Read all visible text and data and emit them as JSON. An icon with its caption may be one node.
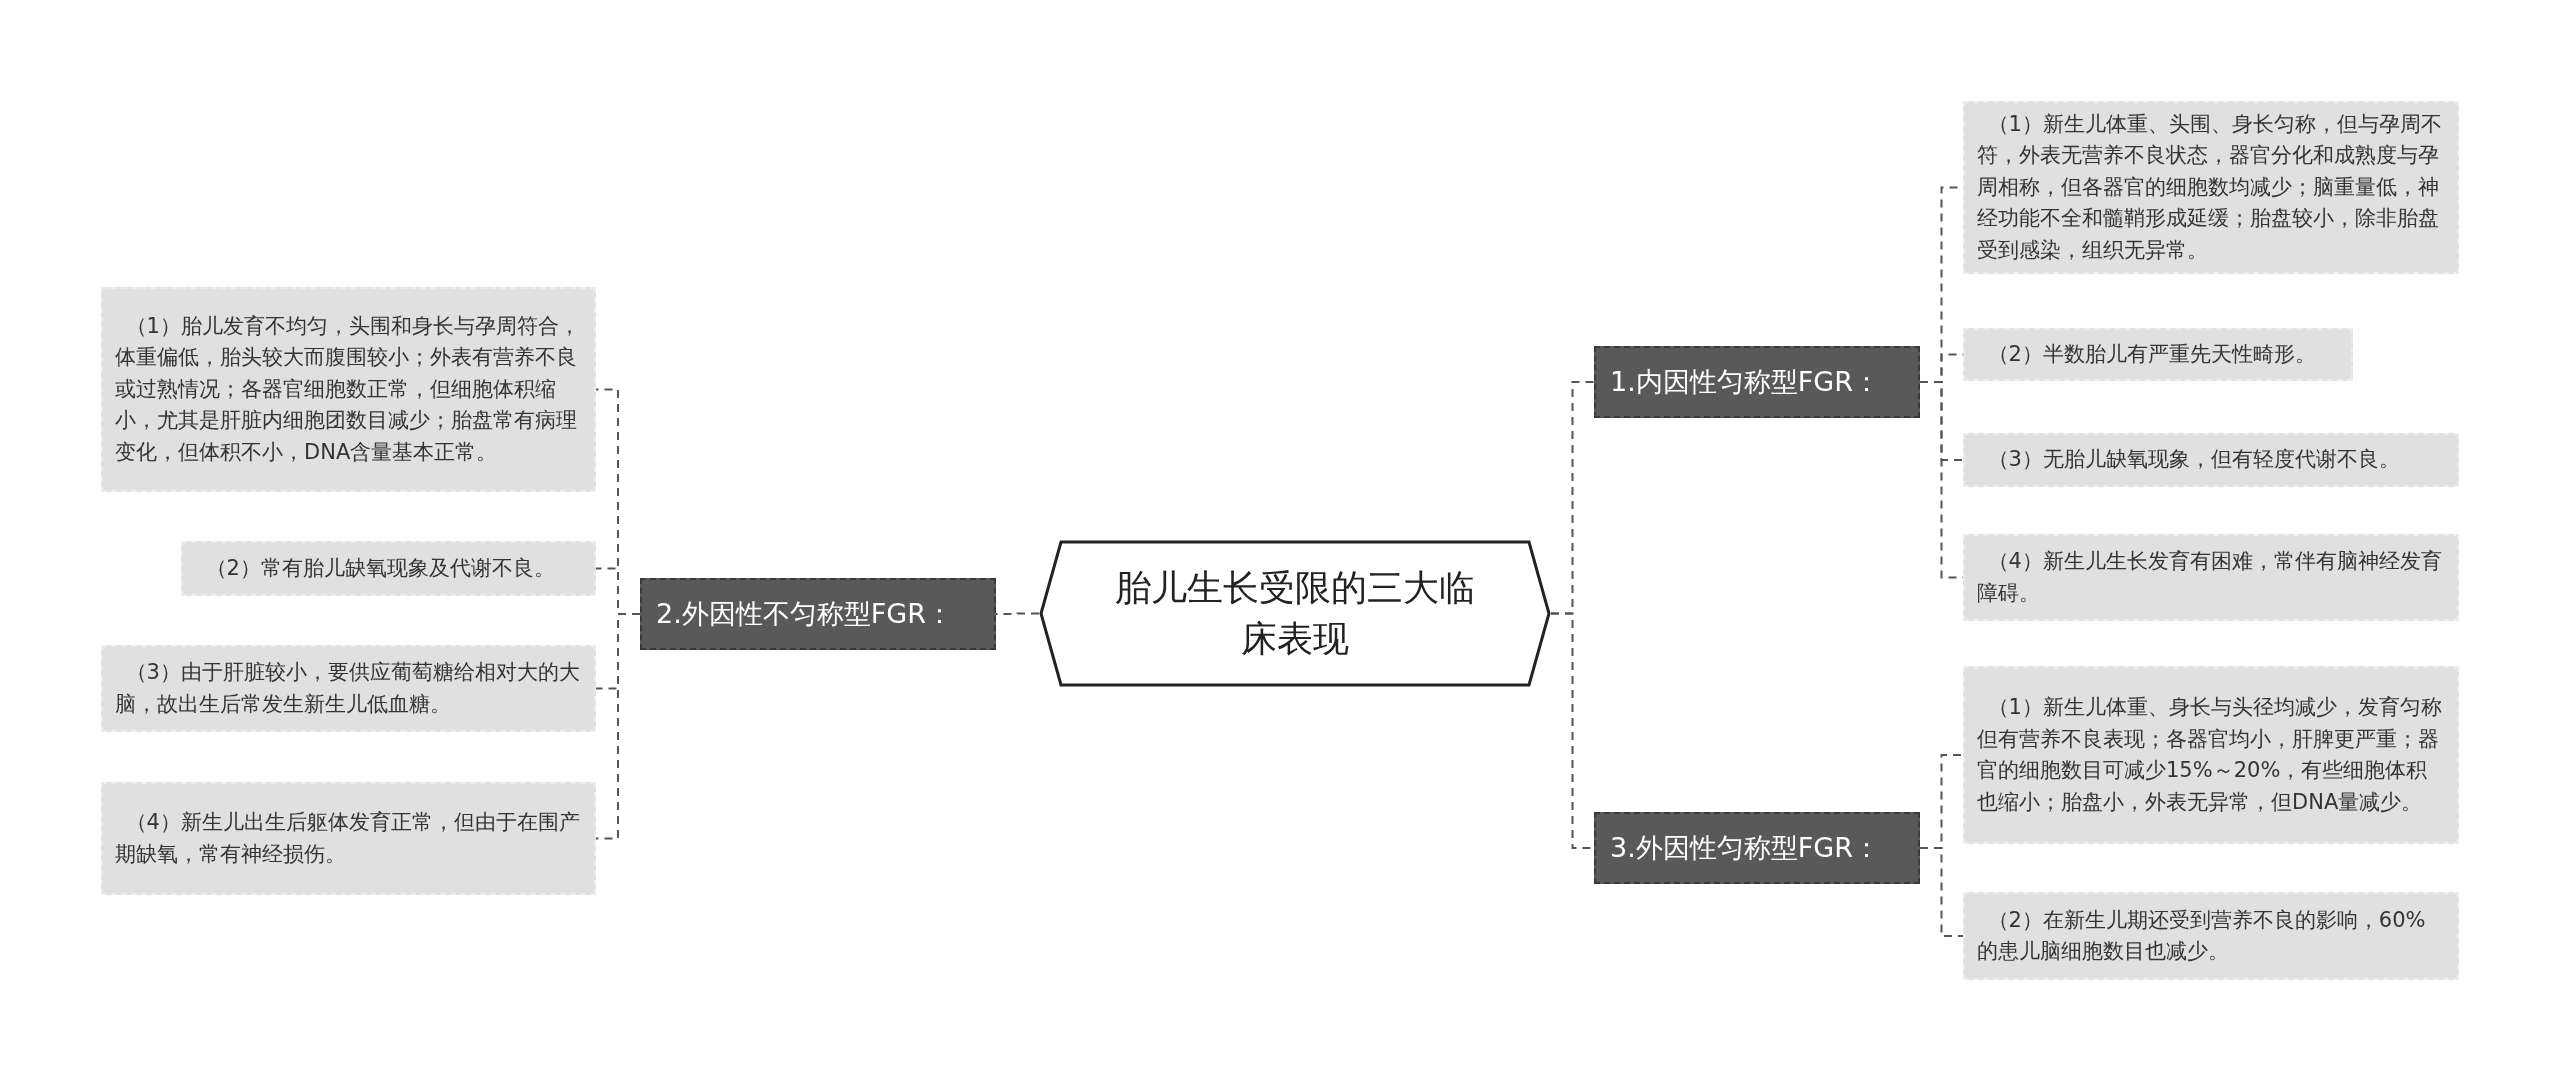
{
  "diagram": {
    "nodes": [
      {
        "text": [
          "胎儿生长受限的三大临床表现"
        ]
      },
      {
        "text": [
          "1.内因性匀称型FGR："
        ]
      },
      {
        "text": [
          "（1）新生儿体重、头围、身长匀称，但与孕周不符，外表无营养不良状态，器官分化和成熟度与孕周相称，但各器官的细胞数均减少；脑重量低，神经功能不全和髓鞘形成延缓；胎盘较小，除非胎盘受到感染，组织无异常。"
        ]
      },
      {
        "text": [
          "（2）半数胎儿有严重先天性畸形。"
        ]
      },
      {
        "text": [
          "（3）无胎儿缺氧现象，但有轻度代谢不良。"
        ]
      },
      {
        "text": [
          "（4）新生儿生长发育有困难，常伴有脑神经发育障碍。"
        ]
      },
      {
        "text": [
          "3.外因性匀称型FGR："
        ]
      },
      {
        "text": [
          "（1）新生儿体重、身长与头径均减少，发育匀称但有营养不良表现；各器官均小，肝脾更严重；器官的细胞数目可减少15%～20%，有些细胞体积也缩小；胎盘小，外表无异常，但DNA量减少。"
        ]
      },
      {
        "text": [
          "（2）在新生儿期还受到营养不良的影响，60%的患儿脑细胞数目也减少。"
        ]
      },
      {
        "text": [
          "2.外因性不匀称型FGR："
        ]
      },
      {
        "text": [
          "（1）胎儿发育不均匀，头围和身长与孕周符合，体重偏低，胎头较大而腹围较小；外表有营养不良或过熟情况；各器官细胞数正常，但细胞体积缩小，尤其是肝脏内细胞团数目减少；胎盘常有病理变化，但体积不小，DNA含量基本正常。"
        ]
      },
      {
        "text": [
          "（2）常有胎儿缺氧现象及代谢不良。"
        ]
      },
      {
        "text": [
          "（3）由于肝脏较小，要供应葡萄糖给相对大的大脑，故出生后常发生新生儿低血糖。"
        ]
      },
      {
        "text": [
          "（4）新生儿出生后躯体发育正常，但由于在围产期缺氧，常有神经损伤。"
        ]
      }
    ],
    "edges": [
      {
        "from": 0,
        "to": 1,
        "arrow": "none",
        "style": "dashed"
      },
      {
        "from": 1,
        "to": 2,
        "arrow": "none",
        "style": "dashed"
      },
      {
        "from": 1,
        "to": 3,
        "arrow": "none",
        "style": "dashed"
      },
      {
        "from": 1,
        "to": 4,
        "arrow": "none",
        "style": "dashed"
      },
      {
        "from": 1,
        "to": 5,
        "arrow": "none",
        "style": "dashed"
      },
      {
        "from": 0,
        "to": 6,
        "arrow": "none",
        "style": "dashed"
      },
      {
        "from": 6,
        "to": 7,
        "arrow": "none",
        "style": "dashed"
      },
      {
        "from": 6,
        "to": 8,
        "arrow": "none",
        "style": "dashed"
      },
      {
        "from": 0,
        "to": 9,
        "arrow": "none",
        "style": "dashed"
      },
      {
        "from": 9,
        "to": 10,
        "arrow": "none",
        "style": "dashed"
      },
      {
        "from": 9,
        "to": 11,
        "arrow": "none",
        "style": "dashed"
      },
      {
        "from": 9,
        "to": 12,
        "arrow": "none",
        "style": "dashed"
      },
      {
        "from": 9,
        "to": 13,
        "arrow": "none",
        "style": "dashed"
      }
    ]
  }
}
